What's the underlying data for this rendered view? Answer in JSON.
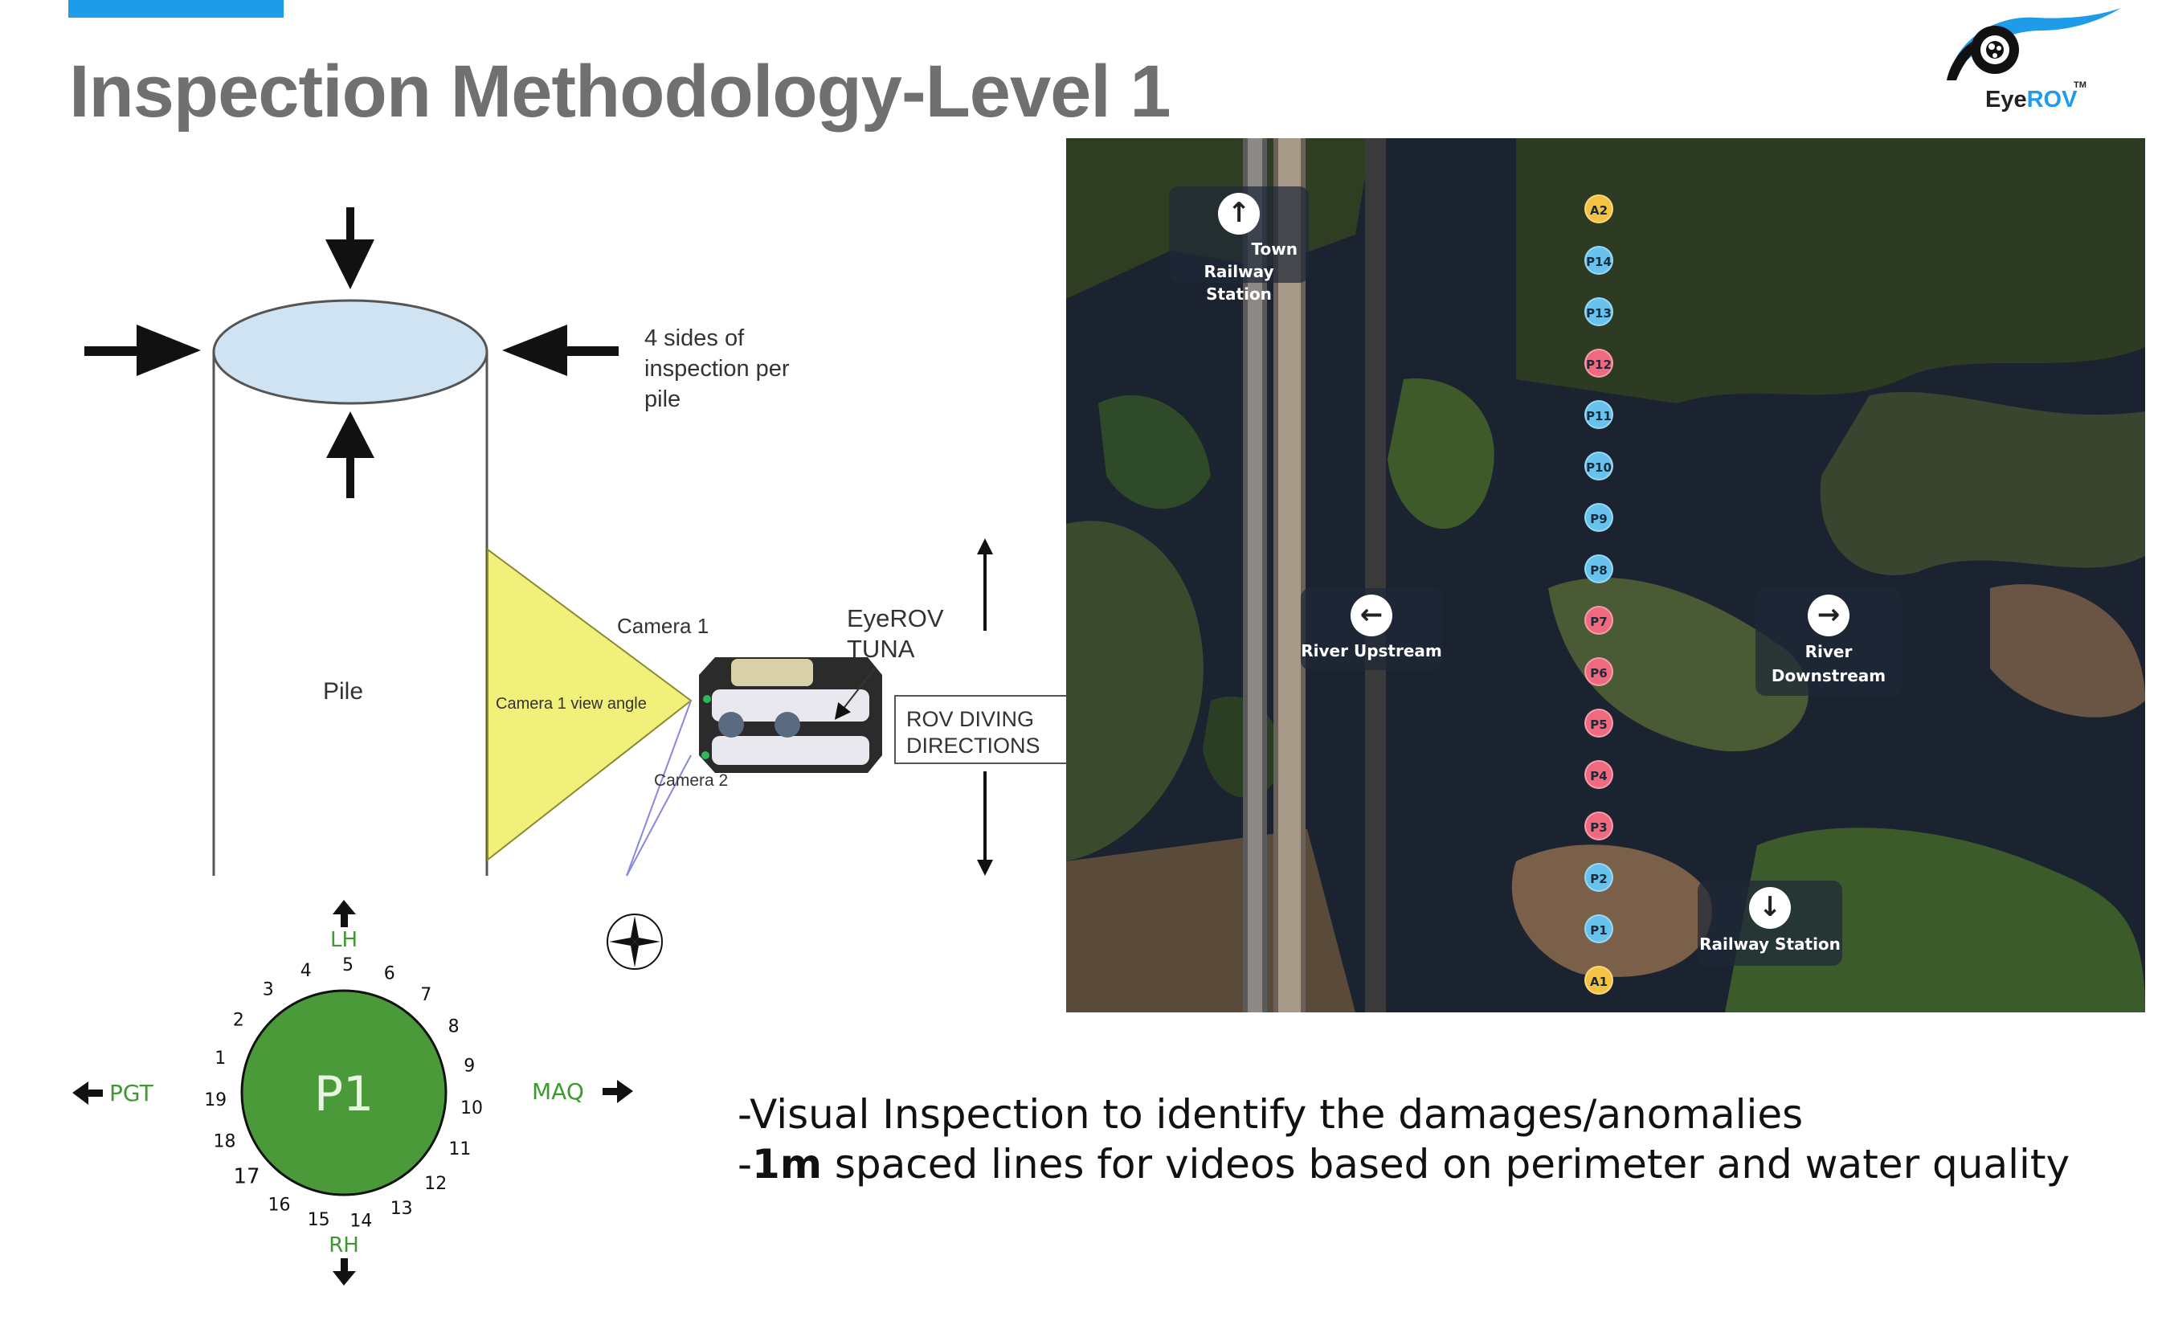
{
  "slide": {
    "title": "Inspection Methodology-Level 1",
    "accent_color": "#1e9be9"
  },
  "logo": {
    "icon": "eye-icon",
    "brand_prefix": "Eye",
    "brand_suffix": "ROV",
    "trademark": "TM"
  },
  "pile_diagram": {
    "pile_label": "Pile",
    "sides_note": [
      "4 sides of",
      "inspection per",
      "pile"
    ],
    "camera1_label": "Camera 1",
    "camera1_view_label": "Camera 1 view angle",
    "camera2_label": "Camera 2",
    "rov_name": [
      "EyeROV",
      "TUNA"
    ],
    "diving_box": [
      "ROV DIVING",
      "DIRECTIONS"
    ],
    "view_cone_color": "#f0f07a",
    "pile_top_color": "#cfe3f3"
  },
  "map": {
    "labels": {
      "town_railway": [
        "Town",
        "Railway Station"
      ],
      "river_upstream": [
        "River Upstream"
      ],
      "river_downstream": [
        "River",
        "Downstream"
      ],
      "railway_station": [
        "Railway Station"
      ]
    },
    "icons": {
      "up": "arrow-up-icon",
      "left": "arrow-left-icon",
      "right": "arrow-right-icon",
      "down": "arrow-down-icon"
    },
    "markers": [
      {
        "label": "A2",
        "color": "#f5c242"
      },
      {
        "label": "P14",
        "color": "#66c3ee"
      },
      {
        "label": "P13",
        "color": "#66c3ee"
      },
      {
        "label": "P12",
        "color": "#ef6a7e"
      },
      {
        "label": "P11",
        "color": "#66c3ee"
      },
      {
        "label": "P10",
        "color": "#66c3ee"
      },
      {
        "label": "P9",
        "color": "#66c3ee"
      },
      {
        "label": "P8",
        "color": "#66c3ee"
      },
      {
        "label": "P7",
        "color": "#ef6a7e"
      },
      {
        "label": "P6",
        "color": "#ef6a7e"
      },
      {
        "label": "P5",
        "color": "#ef6a7e"
      },
      {
        "label": "P4",
        "color": "#ef6a7e"
      },
      {
        "label": "P3",
        "color": "#ef6a7e"
      },
      {
        "label": "P2",
        "color": "#66c3ee"
      },
      {
        "label": "P1",
        "color": "#66c3ee"
      },
      {
        "label": "A1",
        "color": "#f5c242"
      }
    ]
  },
  "circle_diagram": {
    "center_label": "P1",
    "fill_color": "#4a9a3a",
    "label_color": "#3d9a2f",
    "top_label": "LH",
    "bottom_label": "RH",
    "left_label": "PGT",
    "right_label": "MAQ",
    "positions": [
      "1",
      "2",
      "3",
      "4",
      "5",
      "6",
      "7",
      "8",
      "9",
      "10",
      "11",
      "12",
      "13",
      "14",
      "15",
      "16",
      "17",
      "18",
      "19"
    ]
  },
  "bullets": {
    "line1": "-Visual Inspection to identify the damages/anomalies",
    "line2_dash": "-",
    "line2_bold": "1m",
    "line2_rest": " spaced lines for videos based on perimeter and water quality"
  }
}
